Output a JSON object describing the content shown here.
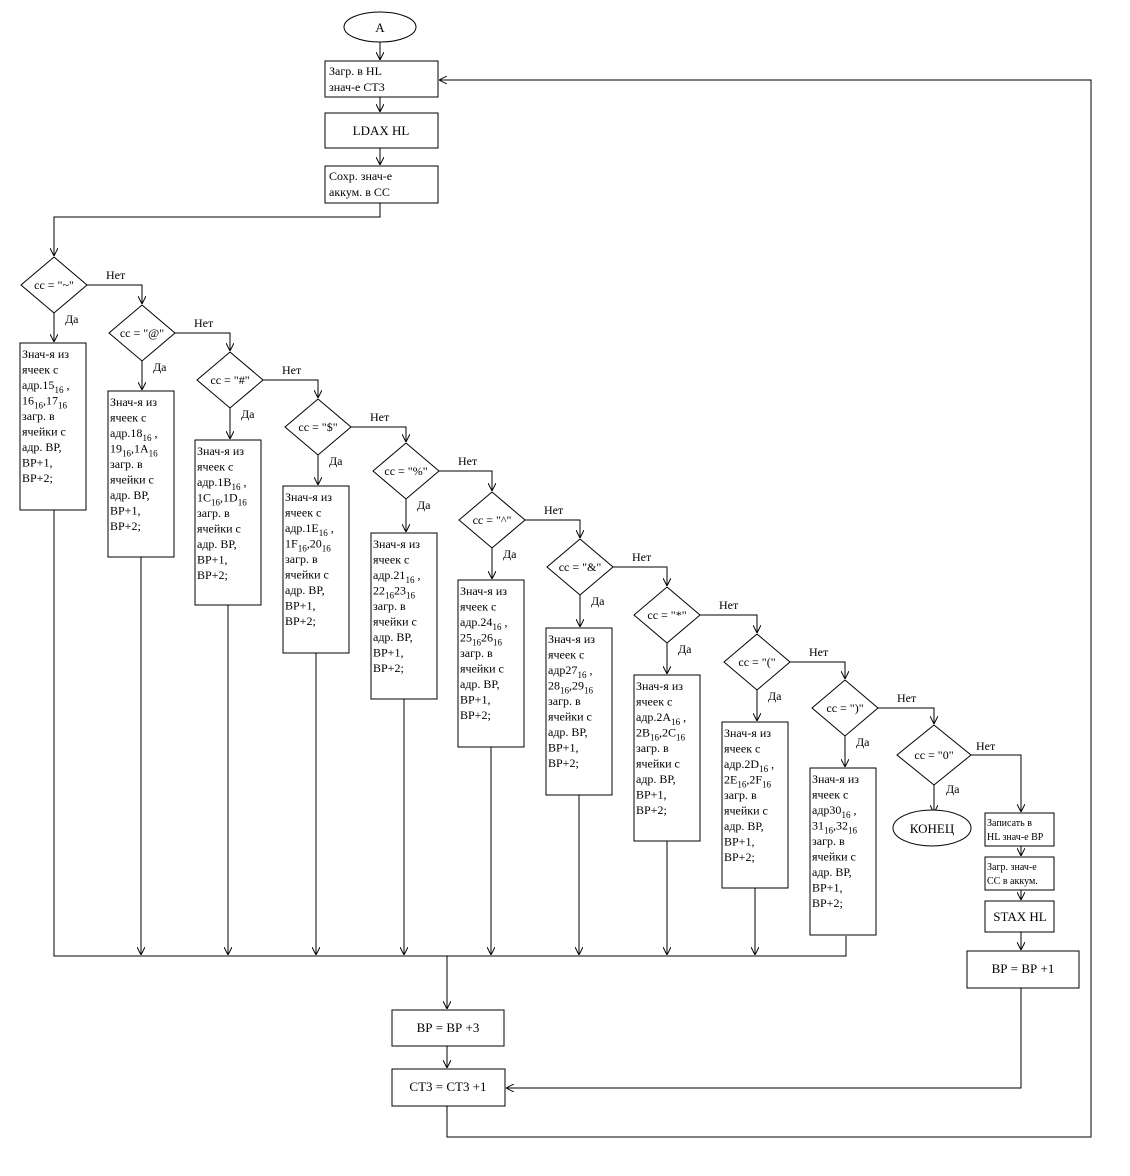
{
  "start_label": "A",
  "init_steps": [
    "Загр. в HL",
    "знач-е СТ3",
    "LDAX HL",
    "Сохр. знач-е",
    "аккум. в СС"
  ],
  "yes_label": "Да",
  "no_label": "Нет",
  "decisions": [
    {
      "cond": "cc = \"~\"",
      "p1": "адр.15",
      "p2a": "16",
      "p2b": ",17",
      "act": "Знач-я из ячеек с адр.15₁₆ , 16₁₆,17₁₆ загр. в ячейки с адр. ВР, ВР+1, ВР+2;"
    },
    {
      "cond": "cc = \"@\"",
      "p1": "адр.18",
      "p2a": "19",
      "p2b": ",1A",
      "act": "Знач-я из ячеек с адр.18₁₆ , 19₁₆,1A₁₆ загр. в ячейки с адр. ВР, ВР+1, ВР+2;"
    },
    {
      "cond": "cc = \"#\"",
      "p1": "адр.1B",
      "p2a": "1C",
      "p2b": ",1D",
      "act": "Знач-я из ячеек с адр.1B₁₆ , 1C₁₆,1D₁₆ загр. в ячейки с адр. ВР, ВР+1, ВР+2;"
    },
    {
      "cond": "cc = \"$\"",
      "p1": "адр.1E",
      "p2a": "1F",
      "p2b": ",20",
      "act": "Знач-я из ячеек с адр.1E₁₆ , 1F₁₆,20₁₆ загр. в ячейки с адр. ВР, ВР+1, ВР+2;"
    },
    {
      "cond": "cc = \"%\"",
      "p1": "адр.21",
      "p2a": "22",
      "p2b": "23",
      "act": "Знач-я из ячеек с адр.21₁₆ , 22₁₆23₁₆ загр. в ячейки с адр. ВР, ВР+1, ВР+2;"
    },
    {
      "cond": "cc = \"^\"",
      "p1": "адр.24",
      "p2a": "25",
      "p2b": "26",
      "act": "Знач-я из ячеек с адр.24₁₆ , 25₁₆26₁₆ загр. в ячейки с адр. ВР, ВР+1, ВР+2;"
    },
    {
      "cond": "cc = \"&\"",
      "p1": "адр27",
      "p2a": "28",
      "p2b": ",29",
      "act": "Знач-я из ячеек с адр27₁₆ , 28₁₆,29₁₆ загр. в ячейки с адр. ВР, ВР+1, ВР+2;"
    },
    {
      "cond": "cc = \"*\"",
      "p1": "адр.2A",
      "p2a": "2B",
      "p2b": ",2C",
      "act": "Знач-я из ячеек с адр.2A₁₆ , 2B₁₆,2C₁₆ загр. в ячейки с адр. ВР, ВР+1, ВР+2;"
    },
    {
      "cond": "cc = \"(\"",
      "p1": "адр.2D",
      "p2a": "2E",
      "p2b": ",2F",
      "act": "Знач-я из ячеек с адр.2D₁₆ , 2E₁₆,2F₁₆ загр. в ячейки с адр. ВР, ВР+1, ВР+2;"
    },
    {
      "cond": "cc = \")\"",
      "p1": "адр30",
      "p2a": "31",
      "p2b": ",32",
      "act": "Знач-я из ячеек с адр30₁₆ , 31₁₆,32₁₆ загр. в ячейки с адр. ВР, ВР+1, ВР+2;"
    }
  ],
  "act_common": {
    "l1": "Знач-я из",
    "l2": "ячеек с",
    "sub": "16",
    "sep": " ,",
    "l5": "загр. в",
    "l6": "ячейки с",
    "l7": "адр. ВР,",
    "l8": "ВР+1,",
    "l9": "ВР+2;"
  },
  "final_decision": "cc = \"0\"",
  "end_label": "КОНЕЦ",
  "right_branch": [
    "Записать в",
    "HL знач-е ВР",
    "Загр. знач-е",
    "СС в аккум.",
    "STAX HL",
    "ВР = ВР +1"
  ],
  "bottom_steps": [
    "ВР = ВР +3",
    "СТ3 = СТ3 +1"
  ]
}
